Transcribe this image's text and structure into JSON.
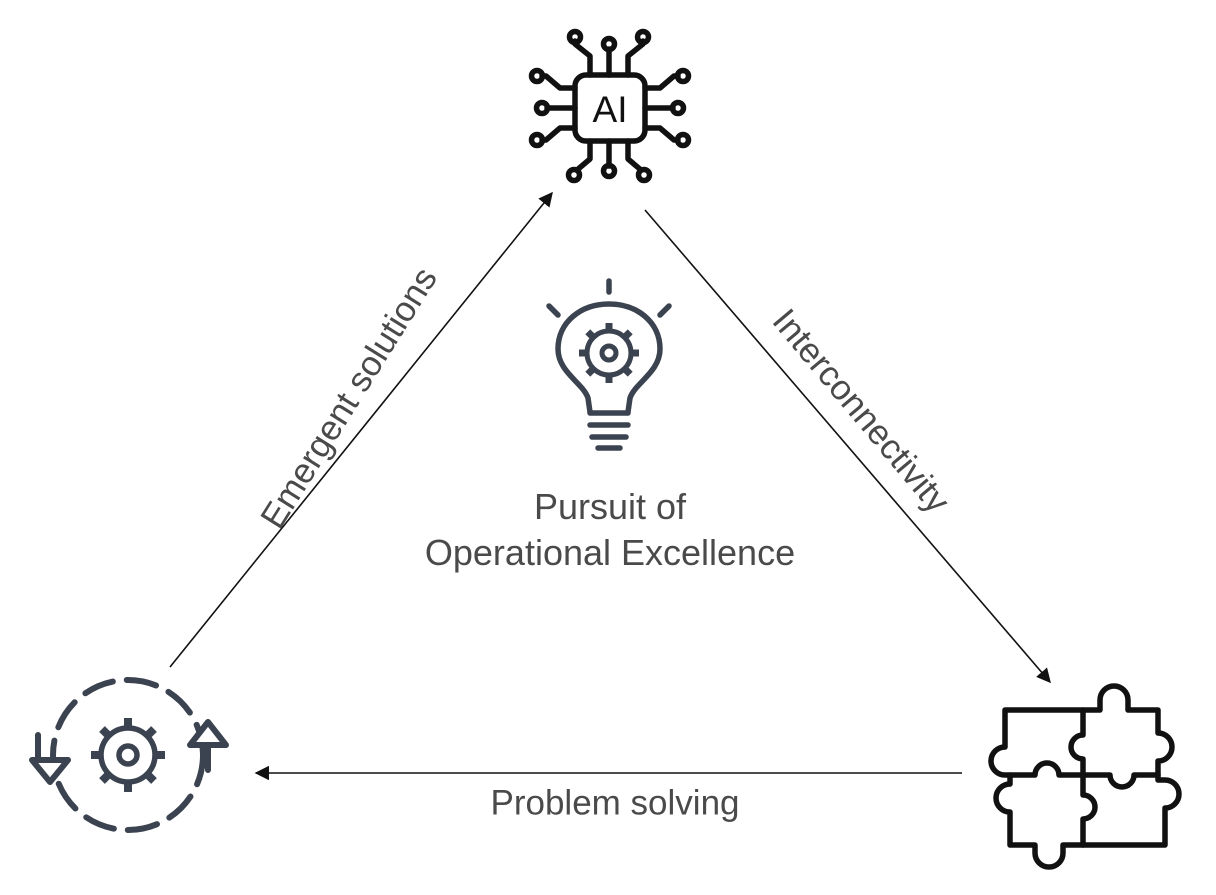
{
  "diagram": {
    "nodes": [
      {
        "id": "ai",
        "icon": "ai-chip-icon",
        "label": "AI"
      },
      {
        "id": "cycle",
        "icon": "gear-cycle-icon"
      },
      {
        "id": "puzzle",
        "icon": "puzzle-icon"
      }
    ],
    "edges": [
      {
        "from": "cycle",
        "to": "ai",
        "label": "Emergent solutions"
      },
      {
        "from": "ai",
        "to": "puzzle",
        "label": "Interconnectivity"
      },
      {
        "from": "puzzle",
        "to": "cycle",
        "label": "Problem solving"
      }
    ],
    "center": {
      "icon": "lightbulb-gear-icon",
      "title_line1": "Pursuit of",
      "title_line2": "Operational Excellence"
    }
  },
  "colors": {
    "icon_dark": "#111111",
    "icon_slate": "#3b4350",
    "text": "#4a4a4a",
    "line": "#111111"
  }
}
